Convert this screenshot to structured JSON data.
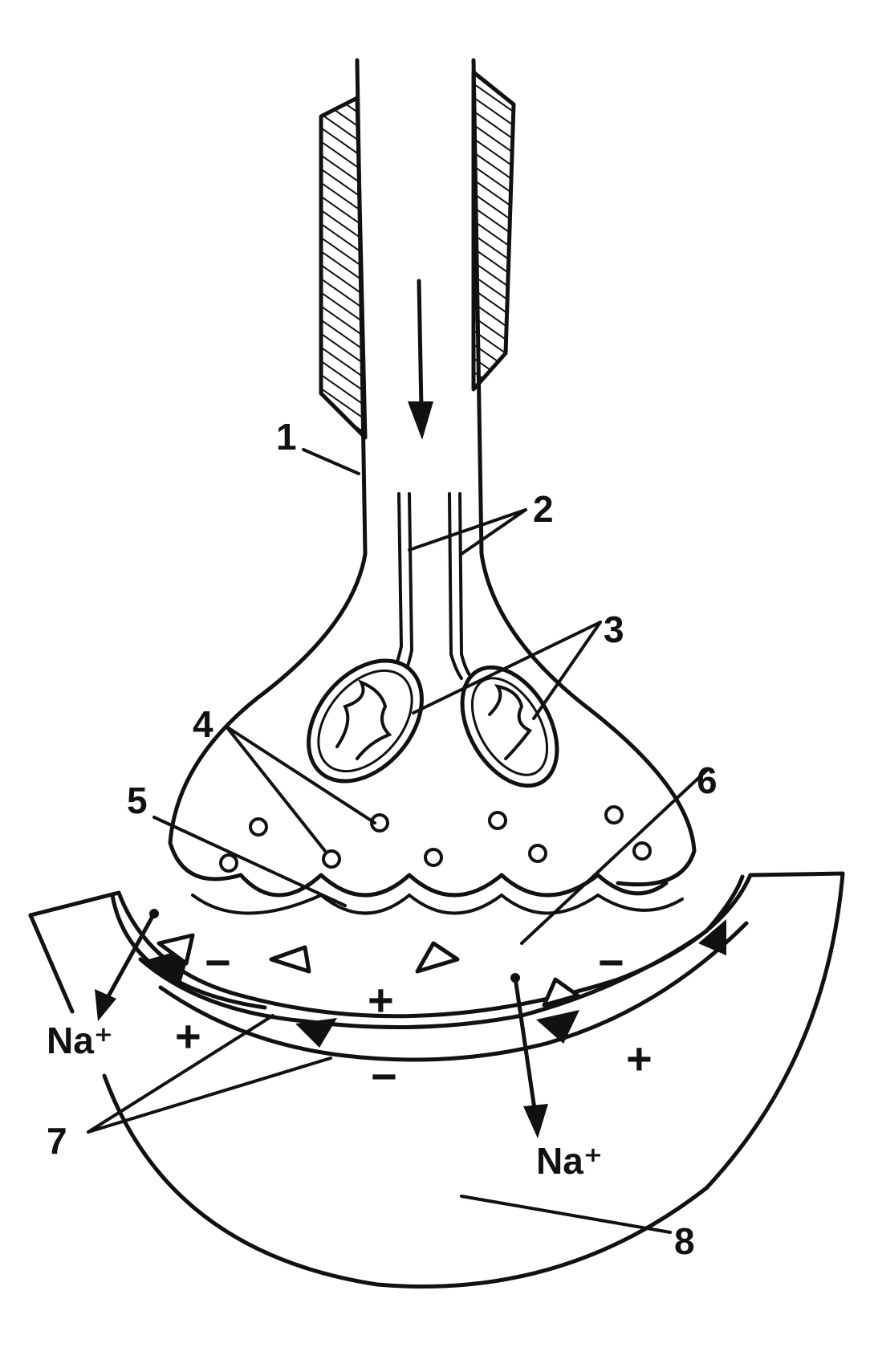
{
  "labels": {
    "n1": "1",
    "n2": "2",
    "n3": "3",
    "n4": "4",
    "n5": "5",
    "n6": "6",
    "n7": "7",
    "n8": "8"
  },
  "ions": {
    "left": "Na⁺",
    "right": "Na⁺"
  },
  "signs": {
    "minus_a": "−",
    "minus_b": "−",
    "minus_c": "−",
    "plus_a": "+",
    "plus_b": "+",
    "plus_c": "+"
  }
}
